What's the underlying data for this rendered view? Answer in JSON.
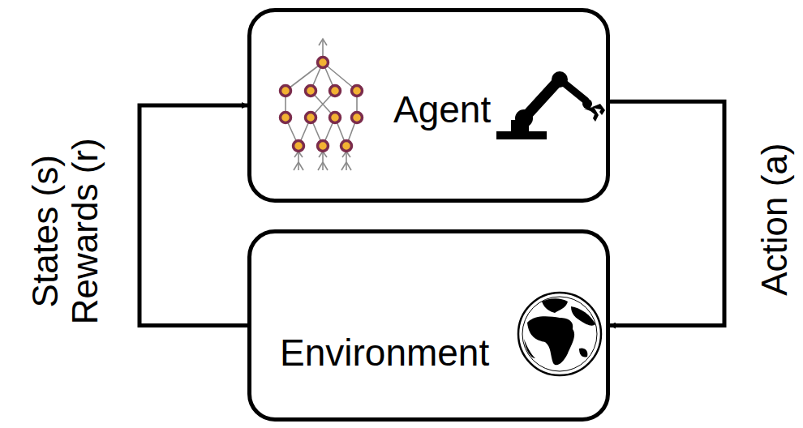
{
  "diagram": {
    "nodes": [
      {
        "text": [
          "Agent"
        ]
      },
      {
        "text": [
          "Environment"
        ]
      }
    ],
    "edges": [
      {
        "from": 0,
        "to": 1,
        "arrow": "to",
        "label": "Action (a)"
      },
      {
        "from": 1,
        "to": 0,
        "arrow": "to",
        "label": "States (s) Rewards (r)"
      }
    ]
  }
}
